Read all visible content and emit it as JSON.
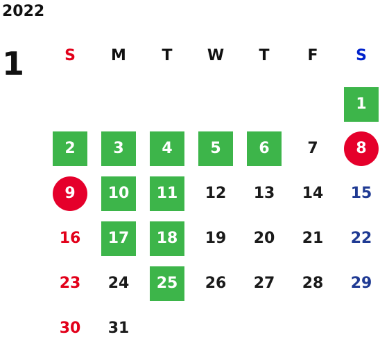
{
  "calendar": {
    "year": "2022",
    "month": "1",
    "weekdays": [
      "S",
      "M",
      "T",
      "W",
      "T",
      "F",
      "S"
    ],
    "colors": {
      "green": "#3db54a",
      "red": "#e2001a",
      "blue": "#0022cc",
      "saturday_blue": "#1f3a93"
    },
    "days": [
      {
        "label": "1",
        "week": 0,
        "dow": 6,
        "style": "green"
      },
      {
        "label": "2",
        "week": 1,
        "dow": 0,
        "style": "green"
      },
      {
        "label": "3",
        "week": 1,
        "dow": 1,
        "style": "green"
      },
      {
        "label": "4",
        "week": 1,
        "dow": 2,
        "style": "green"
      },
      {
        "label": "5",
        "week": 1,
        "dow": 3,
        "style": "green"
      },
      {
        "label": "6",
        "week": 1,
        "dow": 4,
        "style": "green"
      },
      {
        "label": "7",
        "week": 1,
        "dow": 5,
        "style": "plain"
      },
      {
        "label": "8",
        "week": 1,
        "dow": 6,
        "style": "red-circle"
      },
      {
        "label": "9",
        "week": 2,
        "dow": 0,
        "style": "red-circle"
      },
      {
        "label": "10",
        "week": 2,
        "dow": 1,
        "style": "green"
      },
      {
        "label": "11",
        "week": 2,
        "dow": 2,
        "style": "green"
      },
      {
        "label": "12",
        "week": 2,
        "dow": 3,
        "style": "plain"
      },
      {
        "label": "13",
        "week": 2,
        "dow": 4,
        "style": "plain"
      },
      {
        "label": "14",
        "week": 2,
        "dow": 5,
        "style": "plain"
      },
      {
        "label": "15",
        "week": 2,
        "dow": 6,
        "style": "saturday"
      },
      {
        "label": "16",
        "week": 3,
        "dow": 0,
        "style": "sunday"
      },
      {
        "label": "17",
        "week": 3,
        "dow": 1,
        "style": "green"
      },
      {
        "label": "18",
        "week": 3,
        "dow": 2,
        "style": "green"
      },
      {
        "label": "19",
        "week": 3,
        "dow": 3,
        "style": "plain"
      },
      {
        "label": "20",
        "week": 3,
        "dow": 4,
        "style": "plain"
      },
      {
        "label": "21",
        "week": 3,
        "dow": 5,
        "style": "plain"
      },
      {
        "label": "22",
        "week": 3,
        "dow": 6,
        "style": "saturday"
      },
      {
        "label": "23",
        "week": 4,
        "dow": 0,
        "style": "sunday"
      },
      {
        "label": "24",
        "week": 4,
        "dow": 1,
        "style": "plain"
      },
      {
        "label": "25",
        "week": 4,
        "dow": 2,
        "style": "green"
      },
      {
        "label": "26",
        "week": 4,
        "dow": 3,
        "style": "plain"
      },
      {
        "label": "27",
        "week": 4,
        "dow": 4,
        "style": "plain"
      },
      {
        "label": "28",
        "week": 4,
        "dow": 5,
        "style": "plain"
      },
      {
        "label": "29",
        "week": 4,
        "dow": 6,
        "style": "saturday"
      },
      {
        "label": "30",
        "week": 5,
        "dow": 0,
        "style": "sunday"
      },
      {
        "label": "31",
        "week": 5,
        "dow": 1,
        "style": "plain"
      }
    ]
  }
}
